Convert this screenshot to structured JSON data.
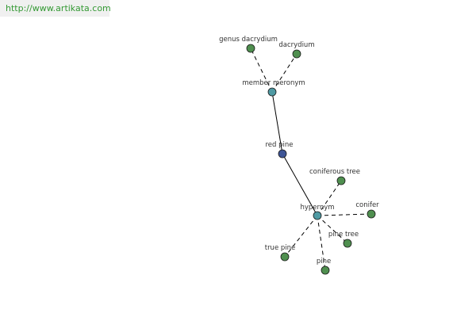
{
  "header": {
    "url_text": "http://www.artikata.com"
  },
  "colors": {
    "leaf_node": "#4f8f4f",
    "relation_node": "#4f9aa3",
    "center_node": "#3e5596",
    "banner_text": "#339933"
  },
  "graph": {
    "nodes": [
      {
        "id": "genus_dacrydium",
        "label": "genus dacrydium",
        "kind": "leaf"
      },
      {
        "id": "dacrydium",
        "label": "dacrydium",
        "kind": "leaf"
      },
      {
        "id": "member_meronym",
        "label": "member meronym",
        "kind": "relation"
      },
      {
        "id": "red_pine",
        "label": "red pine",
        "kind": "center"
      },
      {
        "id": "coniferous_tree",
        "label": "coniferous tree",
        "kind": "leaf"
      },
      {
        "id": "hypernym",
        "label": "hypernym",
        "kind": "relation"
      },
      {
        "id": "conifer",
        "label": "conifer",
        "kind": "leaf"
      },
      {
        "id": "pine_tree",
        "label": "pine tree",
        "kind": "leaf"
      },
      {
        "id": "true_pine",
        "label": "true pine",
        "kind": "leaf"
      },
      {
        "id": "pine",
        "label": "pine",
        "kind": "leaf"
      }
    ],
    "edges": [
      {
        "from": "member_meronym",
        "to": "genus_dacrydium",
        "style": "dashed"
      },
      {
        "from": "member_meronym",
        "to": "dacrydium",
        "style": "dashed"
      },
      {
        "from": "red_pine",
        "to": "member_meronym",
        "style": "solid"
      },
      {
        "from": "red_pine",
        "to": "hypernym",
        "style": "solid"
      },
      {
        "from": "hypernym",
        "to": "coniferous_tree",
        "style": "dashed"
      },
      {
        "from": "hypernym",
        "to": "conifer",
        "style": "dashed"
      },
      {
        "from": "hypernym",
        "to": "pine_tree",
        "style": "dashed"
      },
      {
        "from": "hypernym",
        "to": "true_pine",
        "style": "dashed"
      },
      {
        "from": "hypernym",
        "to": "pine",
        "style": "dashed"
      }
    ]
  }
}
